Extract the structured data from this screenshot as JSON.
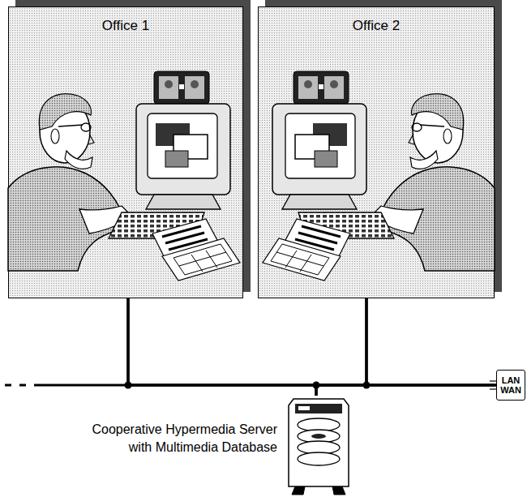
{
  "diagram": {
    "nodes": [
      {
        "text": [
          "Office 1"
        ]
      },
      {
        "text": [
          "Office 2"
        ]
      },
      {
        "text": [
          "Cooperative Hypermedia Server with Multimedia Database"
        ]
      },
      {
        "text": [
          "LAN WAN"
        ]
      }
    ],
    "edges": [
      {
        "from": 0,
        "to": 1,
        "arrow": "none"
      },
      {
        "from": 0,
        "to": 2,
        "arrow": "none"
      },
      {
        "from": 1,
        "to": 2,
        "arrow": "none"
      },
      {
        "from": 0,
        "to": 3,
        "arrow": "none"
      },
      {
        "from": 1,
        "to": 3,
        "arrow": "none"
      },
      {
        "from": 2,
        "to": 3,
        "arrow": "none"
      }
    ]
  }
}
